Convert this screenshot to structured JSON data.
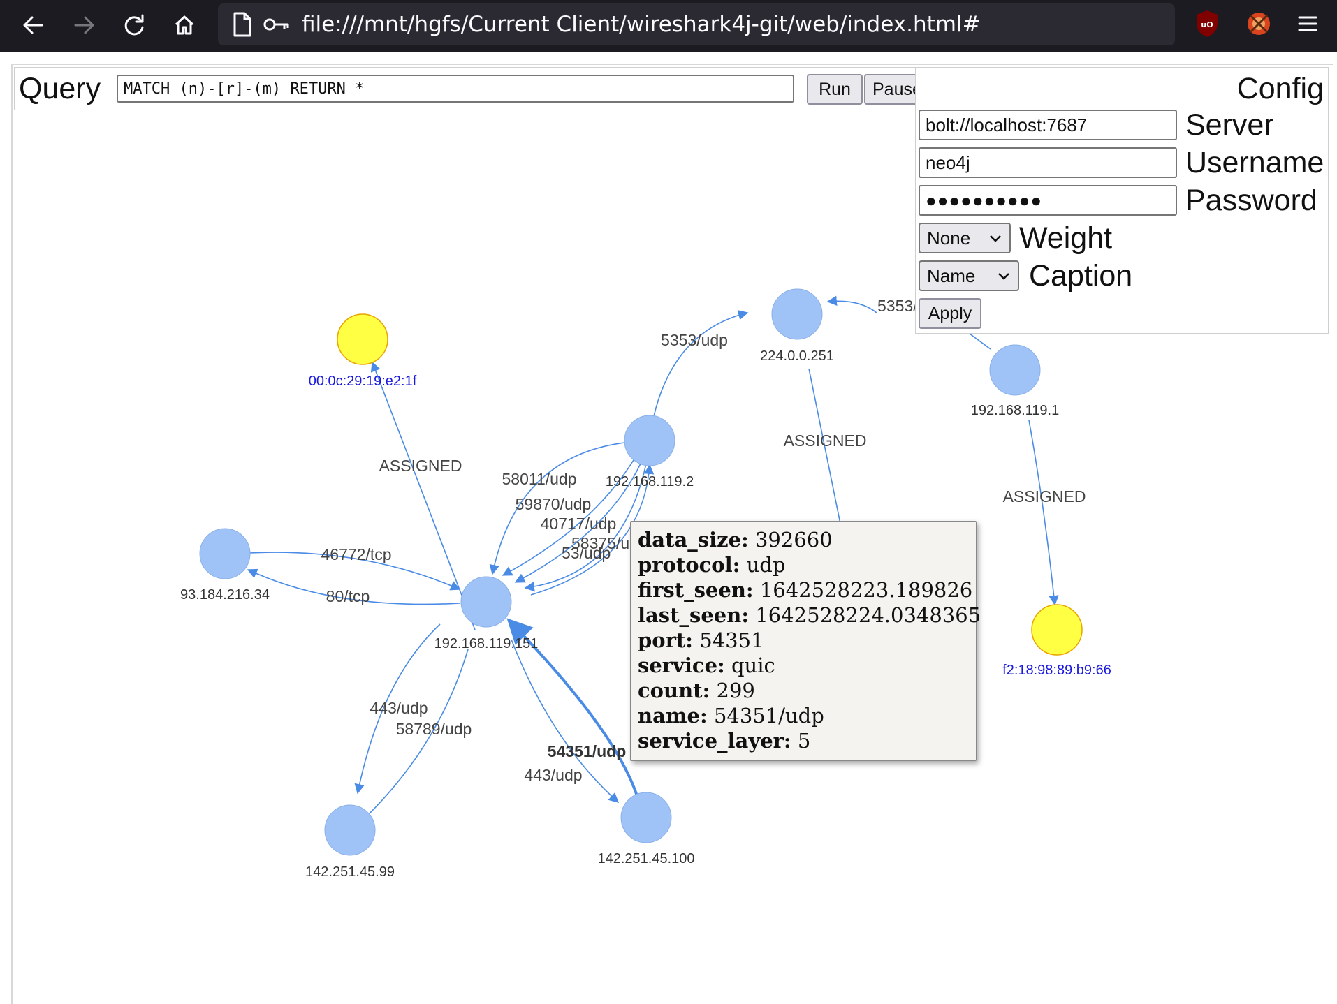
{
  "browser": {
    "url": "file:///mnt/hgfs/Current Client/wireshark4j-git/web/index.html#"
  },
  "query": {
    "label": "Query",
    "value": "MATCH (n)-[r]-(m) RETURN *",
    "run_label": "Run",
    "pause_label": "Pause"
  },
  "config": {
    "title": "Config",
    "server_value": "bolt://localhost:7687",
    "server_label": "Server",
    "username_value": "neo4j",
    "username_label": "Username",
    "password_value": "●●●●●●●●●●",
    "password_label": "Password",
    "weight_selected": "None",
    "weight_label": "Weight",
    "caption_selected": "Name",
    "caption_label": "Caption",
    "apply_label": "Apply"
  },
  "graph": {
    "colors": {
      "host_node": "#9fc2f7",
      "mac_node": "#ffff44",
      "edge": "#4a8be6",
      "mac_label": "#1a1adf"
    },
    "nodes": {
      "mac1": "00:0c:29:19:e2:1f",
      "mdns": "224.0.0.251",
      "gw": "192.168.119.1",
      "h2": "192.168.119.2",
      "mac2": "f2:18:98:89:b9:66",
      "ext1": "93.184.216.34",
      "local": "192.168.119.151",
      "g99": "142.251.45.99",
      "g100": "142.251.45.100"
    },
    "edges": {
      "assigned": "ASSIGNED",
      "e5353a": "5353/udp",
      "e5353b": "5353/",
      "e58011": "58011/udp",
      "e59870": "59870/udp",
      "e40717": "40717/udp",
      "e58375": "58375/u",
      "e53": "53/udp",
      "e46772": "46772/tcp",
      "e80": "80/tcp",
      "e443a": "443/udp",
      "e58789": "58789/udp",
      "e443b": "443/udp",
      "e54351": "54351/udp"
    }
  },
  "tooltip": {
    "rows": [
      {
        "key": "data_size:",
        "value": "392660"
      },
      {
        "key": "protocol:",
        "value": "udp"
      },
      {
        "key": "first_seen:",
        "value": "1642528223.189826"
      },
      {
        "key": "last_seen:",
        "value": "1642528224.0348365"
      },
      {
        "key": "port:",
        "value": "54351"
      },
      {
        "key": "service:",
        "value": "quic"
      },
      {
        "key": "count:",
        "value": "299"
      },
      {
        "key": "name:",
        "value": "54351/udp"
      },
      {
        "key": "service_layer:",
        "value": "5"
      }
    ]
  }
}
